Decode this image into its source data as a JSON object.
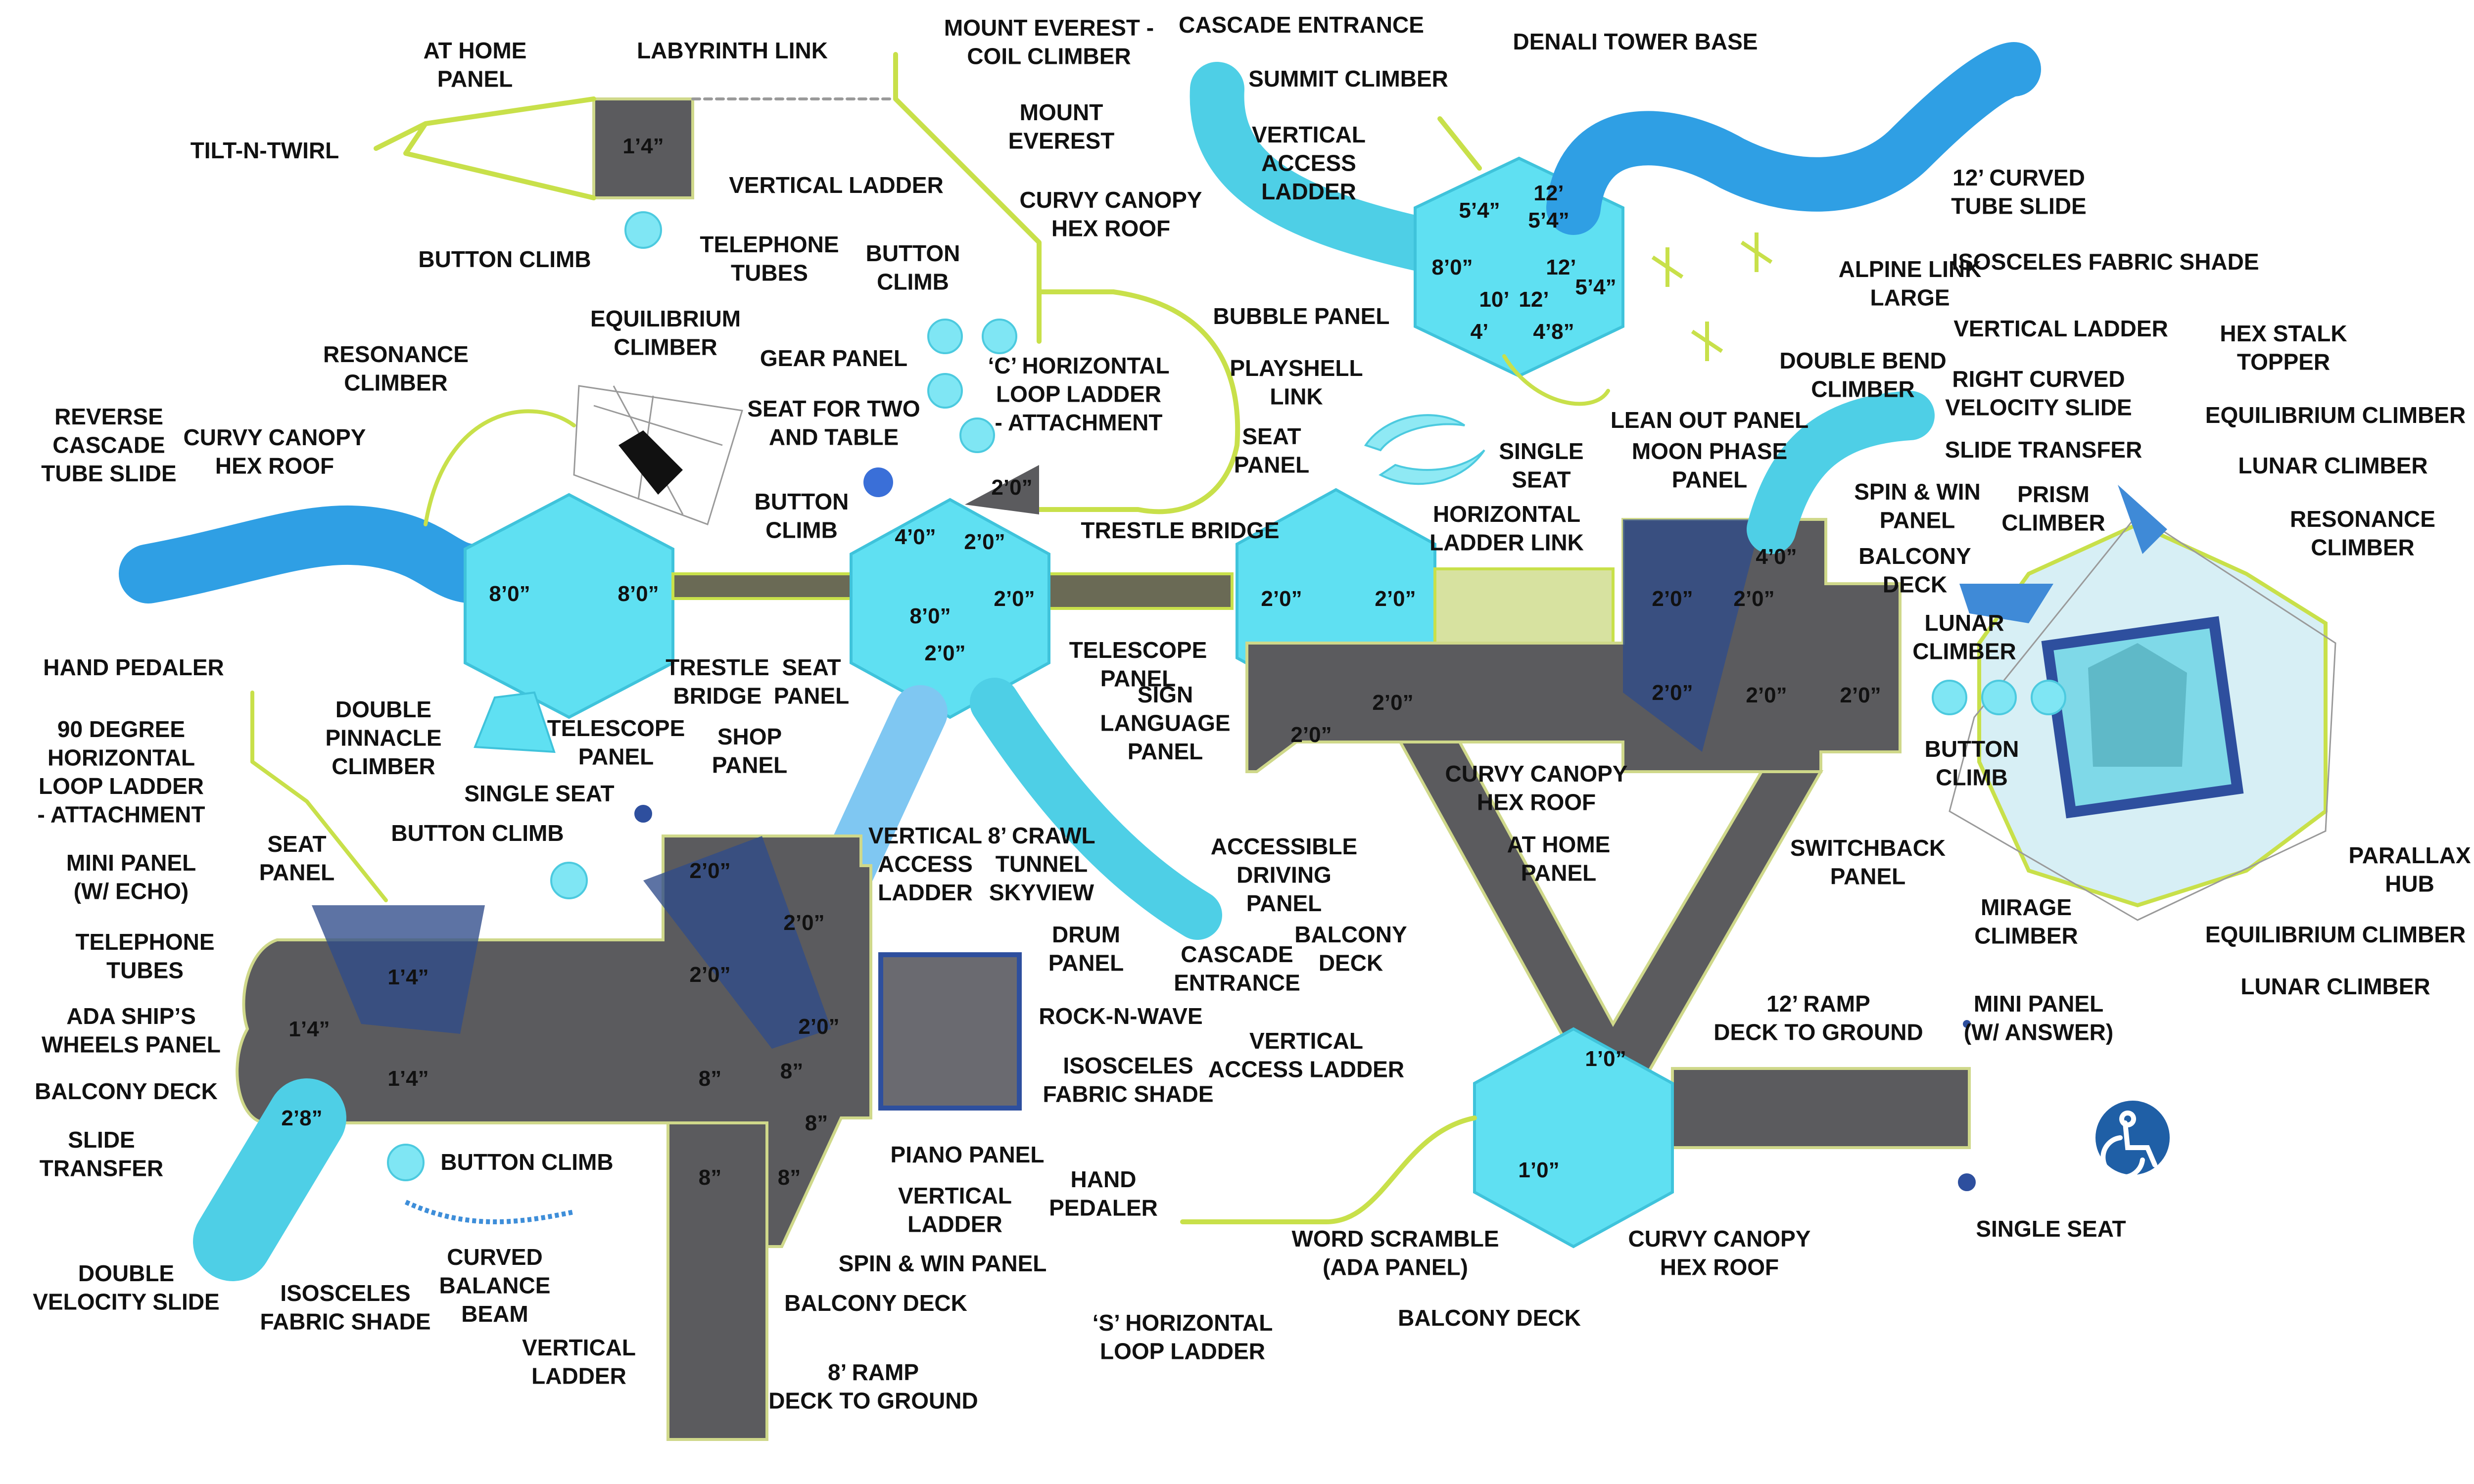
{
  "labels": {
    "at_home_panel_top": "AT HOME\nPANEL",
    "labyrinth_link": "LABYRINTH LINK",
    "mount_everest_coil": "MOUNT EVEREST -\nCOIL CLIMBER",
    "cascade_entrance_top": "CASCADE ENTRANCE",
    "denali_tower_base": "DENALI TOWER BASE",
    "summit_climber": "SUMMIT CLIMBER",
    "tilt_n_twirl": "TILT-N-TWIRL",
    "mount_everest": "MOUNT\nEVEREST",
    "vertical_access_ladder_top": "VERTICAL\nACCESS\nLADDER",
    "curved_tube_slide_12": "12’ CURVED\nTUBE SLIDE",
    "vertical_ladder_top": "VERTICAL LADDER",
    "curvy_canopy_top": "CURVY CANOPY\nHEX ROOF",
    "button_climb_top": "BUTTON CLIMB",
    "telephone_tubes_top": "TELEPHONE\nTUBES",
    "button_climb_top2": "BUTTON\nCLIMB",
    "alpine_link_large": "ALPINE LINK\nLARGE",
    "isosceles_fabric_shade_right": "ISOSCELES FABRIC SHADE",
    "equilibrium_climber_left": "EQUILIBRIUM\nCLIMBER",
    "bubble_panel": "BUBBLE PANEL",
    "vertical_ladder_right": "VERTICAL LADDER",
    "hex_stalk_topper": "HEX STALK\nTOPPER",
    "resonance_climber_left": "RESONANCE\nCLIMBER",
    "gear_panel": "GEAR PANEL",
    "c_horizontal_loop": "‘C’ HORIZONTAL\nLOOP LADDER\n- ATTACHMENT",
    "playshell_link": "PLAYSHELL\nLINK",
    "double_bend_climber": "DOUBLE BEND\nCLIMBER",
    "right_curved_velocity": "RIGHT CURVED\nVELOCITY SLIDE",
    "reverse_cascade": "REVERSE\nCASCADE\nTUBE SLIDE",
    "curvy_canopy_left": "CURVY CANOPY\nHEX ROOF",
    "seat_for_two": "SEAT FOR TWO\nAND TABLE",
    "seat_panel_top": "SEAT\nPANEL",
    "single_seat_top": "SINGLE\nSEAT",
    "lean_out_panel": "LEAN OUT PANEL",
    "equilibrium_climber_right_top": "EQUILIBRIUM CLIMBER",
    "moon_phase_panel": "MOON PHASE\nPANEL",
    "slide_transfer_right": "SLIDE TRANSFER",
    "lunar_climber_top": "LUNAR CLIMBER",
    "button_climb_mid": "BUTTON\nCLIMB",
    "trestle_bridge_top": "TRESTLE BRIDGE",
    "horizontal_ladder_link": "HORIZONTAL\nLADDER LINK",
    "spin_win_right": "SPIN & WIN\nPANEL",
    "prism_climber": "PRISM\nCLIMBER",
    "resonance_climber_right": "RESONANCE\nCLIMBER",
    "balcony_deck_right": "BALCONY\nDECK",
    "hand_pedaler_left": "HAND PEDALER",
    "telescope_panel_mid": "TELESCOPE\nPANEL",
    "trestle_bridge_left": "TRESTLE\nBRIDGE",
    "seat_panel_mid": "SEAT\nPANEL",
    "lunar_climber_right": "LUNAR\nCLIMBER",
    "sign_language_panel": "SIGN\nLANGUAGE\nPANEL",
    "ninety_degree_loop": "90 DEGREE\nHORIZONTAL\nLOOP LADDER\n- ATTACHMENT",
    "double_pinnacle": "DOUBLE\nPINNACLE\nCLIMBER",
    "telescope_panel_left": "TELESCOPE\nPANEL",
    "shop_panel": "SHOP\nPANEL",
    "curvy_canopy_right": "CURVY CANOPY\nHEX ROOF",
    "button_climb_right": "BUTTON\nCLIMB",
    "single_seat_mid": "SINGLE SEAT",
    "button_climb_left": "BUTTON CLIMB",
    "at_home_panel_mid": "AT HOME\nPANEL",
    "mini_panel_echo": "MINI PANEL\n(W/ ECHO)",
    "seat_panel_left": "SEAT\nPANEL",
    "vertical_access_ladder_mid": "VERTICAL\nACCESS\nLADDER",
    "crawl_tunnel": "8’ CRAWL\nTUNNEL\nSKYVIEW",
    "accessible_driving": "ACCESSIBLE\nDRIVING\nPANEL",
    "switchback_panel": "SWITCHBACK\nPANEL",
    "parallax_hub": "PARALLAX\nHUB",
    "mirage_climber": "MIRAGE\nCLIMBER",
    "telephone_tubes_left": "TELEPHONE\nTUBES",
    "drum_panel": "DRUM\nPANEL",
    "balcony_deck_mid": "BALCONY\nDECK",
    "equilibrium_climber_right_bottom": "EQUILIBRIUM CLIMBER",
    "cascade_entrance_mid": "CASCADE\nENTRANCE",
    "lunar_climber_bottom": "LUNAR CLIMBER",
    "ada_ships_wheels": "ADA SHIP’S\nWHEELS PANEL",
    "rock_n_wave": "ROCK-N-WAVE",
    "ramp_12": "12’ RAMP\nDECK TO GROUND",
    "mini_panel_answer": "MINI PANEL\n(W/ ANSWER)",
    "isosceles_fabric_shade_mid": "ISOSCELES\nFABRIC SHADE",
    "vertical_access_ladder_bottom": "VERTICAL\nACCESS LADDER",
    "balcony_deck_left": "BALCONY DECK",
    "slide_transfer_left": "SLIDE\nTRANSFER",
    "button_climb_bottom": "BUTTON CLIMB",
    "piano_panel": "PIANO PANEL",
    "hand_pedaler_bottom": "HAND\nPEDALER",
    "vertical_ladder_mid": "VERTICAL\nLADDER",
    "curved_balance_beam": "CURVED\nBALANCE\nBEAM",
    "word_scramble": "WORD SCRAMBLE\n(ADA PANEL)",
    "curvy_canopy_bottom": "CURVY CANOPY\nHEX ROOF",
    "single_seat_bottom": "SINGLE SEAT",
    "double_velocity_slide": "DOUBLE\nVELOCITY SLIDE",
    "isosceles_fabric_shade_left": "ISOSCELES\nFABRIC SHADE",
    "spin_win_bottom": "SPIN & WIN PANEL",
    "balcony_deck_bottom_mid": "BALCONY DECK",
    "s_horizontal_loop": "‘S’ HORIZONTAL\nLOOP LADDER",
    "balcony_deck_bottom_right": "BALCONY DECK",
    "vertical_ladder_bottom": "VERTICAL\nLADDER",
    "ramp_8": "8’ RAMP\nDECK TO GROUND"
  },
  "heights": {
    "home_panel_deck": "1’4”",
    "denali_a": "5’4”",
    "denali_b": "12’",
    "denali_c": "5’4”",
    "denali_d": "8’0”",
    "denali_e": "12’",
    "denali_f": "5’4”",
    "denali_g": "10’",
    "denali_h": "12’",
    "denali_i": "4’",
    "denali_j": "4’8”",
    "left_hex_a": "8’0”",
    "left_hex_b": "8’0”",
    "center_hex_a": "4’0”",
    "center_hex_b": "2’0”",
    "center_hex_c": "8’0”",
    "center_hex_d": "2’0”",
    "center_hex_e": "2’0”",
    "center_hex_top": "2’0”",
    "mid_hex_a": "2’0”",
    "mid_hex_b": "2’0”",
    "right_deck_a": "2’0”",
    "right_deck_b": "2’0”",
    "right_deck_c": "4’0”",
    "right_deck_d": "2’0”",
    "right_deck_e": "2’0”",
    "right_deck_f": "2’0”",
    "mid_deck_a": "2’0”",
    "mid_deck_b": "2’0”",
    "lower_a": "2’0”",
    "lower_b": "2’0”",
    "lower_c": "2’0”",
    "lower_d": "2’0”",
    "lower_e": "8”",
    "lower_f": "8”",
    "lower_g": "8”",
    "lower_h": "8”",
    "lower_i": "8”",
    "left_deck_a": "1’4”",
    "left_deck_b": "1’4”",
    "left_deck_c": "1’4”",
    "left_deck_d": "2’8”",
    "bottom_hex_a": "1’0”",
    "bottom_hex_b": "1’0”"
  },
  "icons": {
    "accessibility": "wheelchair-icon"
  },
  "colors": {
    "deck": "#5b5b5e",
    "roof": "#5fe0f2",
    "slide": "#4ecfe6",
    "tube": "#2f9fe4",
    "rail": "#c8e04a",
    "post": "#2e4f9e",
    "shade": "#2f4c8a",
    "accessibility": "#1f5fa6"
  }
}
